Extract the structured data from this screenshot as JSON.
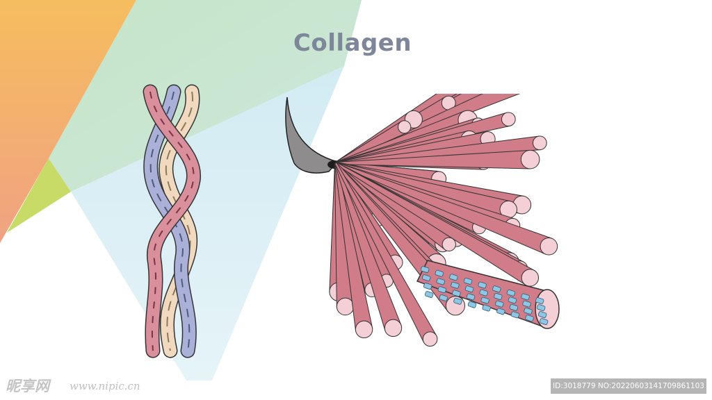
{
  "title": "Collagen",
  "illustrations": {
    "triple_helix": "triple-helix",
    "fibril_bundle": "collagen-fiber-bundle"
  },
  "colors": {
    "title": "#7d8799",
    "strand_pink": "#d98f9c",
    "strand_blue": "#aab0d8",
    "strand_cream": "#f1d9bf",
    "fiber_pink": "#d07c89",
    "fiber_end": "#f4cfd5",
    "monomer_blue": "#8fc6e4",
    "orange": "#f3b25d",
    "green": "#c8e4c8",
    "lightblue": "#cfe9f1"
  },
  "watermark": {
    "logo": "昵享网",
    "url": "www.nipic.cn",
    "id_text": "ID:3018779 NO:20220603141709861103"
  }
}
